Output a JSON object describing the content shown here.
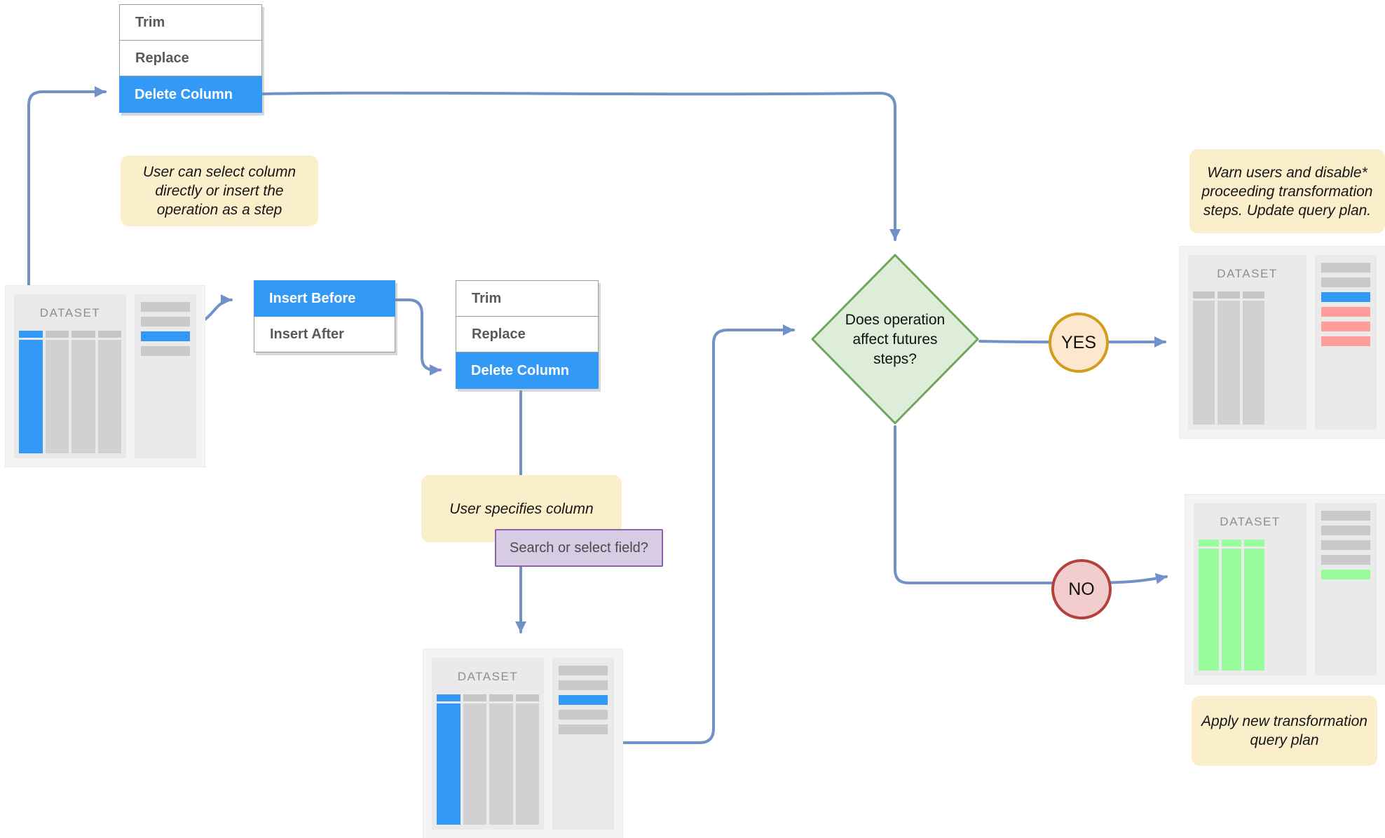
{
  "menus": {
    "menu_top": {
      "items": [
        {
          "label": "Trim",
          "selected": false
        },
        {
          "label": "Replace",
          "selected": false
        },
        {
          "label": "Delete Column",
          "selected": true
        }
      ]
    },
    "menu_insert": {
      "items": [
        {
          "label": "Insert Before",
          "selected": true
        },
        {
          "label": "Insert After",
          "selected": false
        }
      ]
    },
    "menu_mid": {
      "items": [
        {
          "label": "Trim",
          "selected": false
        },
        {
          "label": "Replace",
          "selected": false
        },
        {
          "label": "Delete Column",
          "selected": true
        }
      ]
    }
  },
  "notes": {
    "select_column": "User can select column directly or insert the operation as a step",
    "specify_column": "User specifies column",
    "warn_users": "Warn users and disable* proceeding transformation steps. Update query plan.",
    "apply_plan": "Apply new transformation query plan"
  },
  "question_box": {
    "text": "Search or select field?"
  },
  "decision": {
    "text": "Does operation affect futures steps?"
  },
  "branches": {
    "yes": "YES",
    "no": "NO"
  },
  "datasets": {
    "title": "DATASET",
    "left": {
      "columns": [
        "blue",
        "gray",
        "gray",
        "gray"
      ],
      "side_bars": [
        "gray",
        "gray",
        "blue",
        "gray"
      ]
    },
    "bottom_center": {
      "columns": [
        "blue",
        "gray",
        "gray",
        "gray"
      ],
      "side_bars": [
        "gray",
        "gray",
        "blue",
        "gray",
        "gray"
      ]
    },
    "top_right": {
      "columns": [
        "gray",
        "gray",
        "gray"
      ],
      "side_bars": [
        "gray",
        "gray",
        "blue",
        "pink",
        "pink",
        "pink"
      ]
    },
    "bottom_right": {
      "columns": [
        "green",
        "green",
        "green"
      ],
      "side_bars": [
        "gray",
        "gray",
        "gray",
        "gray",
        "green"
      ]
    }
  },
  "colors": {
    "blue": "#3399F7",
    "arrow": "#7191C8",
    "note_bg": "#FBEECA",
    "purple_bg": "#D8CCE5",
    "purple_border": "#8B64A9",
    "diamond_bg": "#DEEDDA",
    "diamond_border": "#6DA65B",
    "yes_bg": "#FDE7CF",
    "yes_border": "#D19D1E",
    "no_bg": "#F3CDCD",
    "no_border": "#B5413C",
    "pink": "#FF9C9C",
    "green": "#98FB9C",
    "gray_col": "#D1D1D1",
    "gray_col_header": "#C6C6C6",
    "bar_gray": "#C9C9C9",
    "panel": "#EAEAEA",
    "widget_bg": "#F4F4F4"
  }
}
